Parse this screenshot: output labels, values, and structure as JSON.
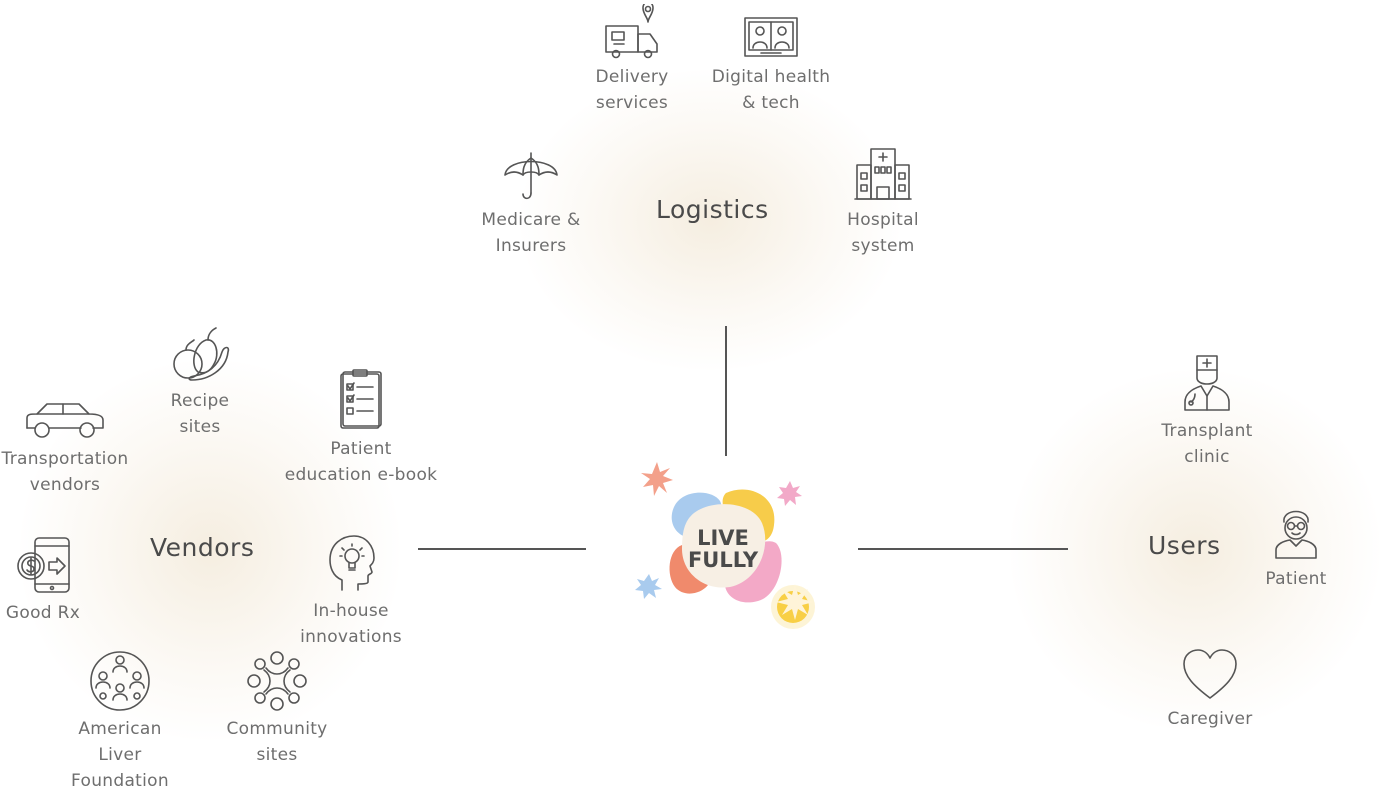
{
  "hubs": {
    "logistics": "Logistics",
    "vendors": "Vendors",
    "users": "Users"
  },
  "logo": {
    "line1": "LIVE",
    "line2": "FULLY"
  },
  "logistics_nodes": {
    "delivery": "Delivery\nservices",
    "digital_health": "Digital health\n& tech",
    "medicare": "Medicare &\nInsurers",
    "hospital": "Hospital\nsystem"
  },
  "vendor_nodes": {
    "recipe": "Recipe\nsites",
    "transportation": "Transportation\nvendors",
    "patient_education": "Patient\neducation e-book",
    "good_rx": "Good Rx",
    "in_house": "In-house\ninnovations",
    "alf": "American\nLiver\nFoundation",
    "community": "Community\nsites"
  },
  "user_nodes": {
    "transplant": "Transplant\nclinic",
    "patient": "Patient",
    "caregiver": "Caregiver"
  },
  "colors": {
    "blue": "#a9cbee",
    "yellow": "#f7cc4a",
    "pink": "#f3a9c7",
    "coral": "#f08a6c",
    "cream": "#f7efe4"
  }
}
